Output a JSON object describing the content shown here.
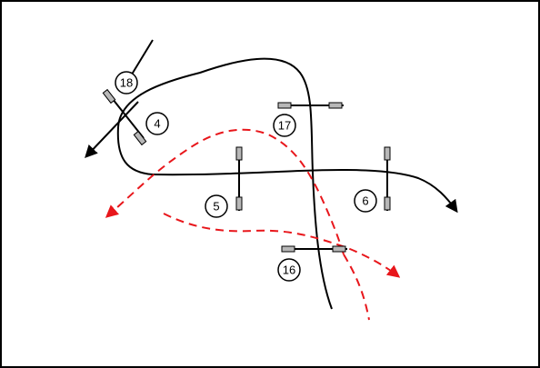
{
  "diagram": {
    "colors": {
      "background": "#ffffff",
      "border": "#000000",
      "solid_path": "#000000",
      "dashed_path": "#e8161b",
      "marker_fill": "#b8b8b8"
    },
    "nodes": [
      {
        "id": "n18",
        "label": "18"
      },
      {
        "id": "n4",
        "label": "4"
      },
      {
        "id": "n17",
        "label": "17"
      },
      {
        "id": "n5",
        "label": "5"
      },
      {
        "id": "n6",
        "label": "6"
      },
      {
        "id": "n16",
        "label": "16"
      }
    ],
    "markers": [
      {
        "id": "m-18-4",
        "orientation": "diagonal"
      },
      {
        "id": "m-17",
        "orientation": "horizontal"
      },
      {
        "id": "m-5",
        "orientation": "vertical"
      },
      {
        "id": "m-6",
        "orientation": "vertical"
      },
      {
        "id": "m-16",
        "orientation": "horizontal"
      }
    ],
    "paths": [
      {
        "id": "solid-loop",
        "style": "solid",
        "arrow": true
      },
      {
        "id": "solid-diagonal",
        "style": "solid",
        "arrow": true
      },
      {
        "id": "dashed-left",
        "style": "dashed",
        "arrow": true
      },
      {
        "id": "dashed-lower",
        "style": "dashed",
        "arrow": true
      },
      {
        "id": "dashed-right",
        "style": "dashed",
        "arrow": false
      }
    ]
  }
}
